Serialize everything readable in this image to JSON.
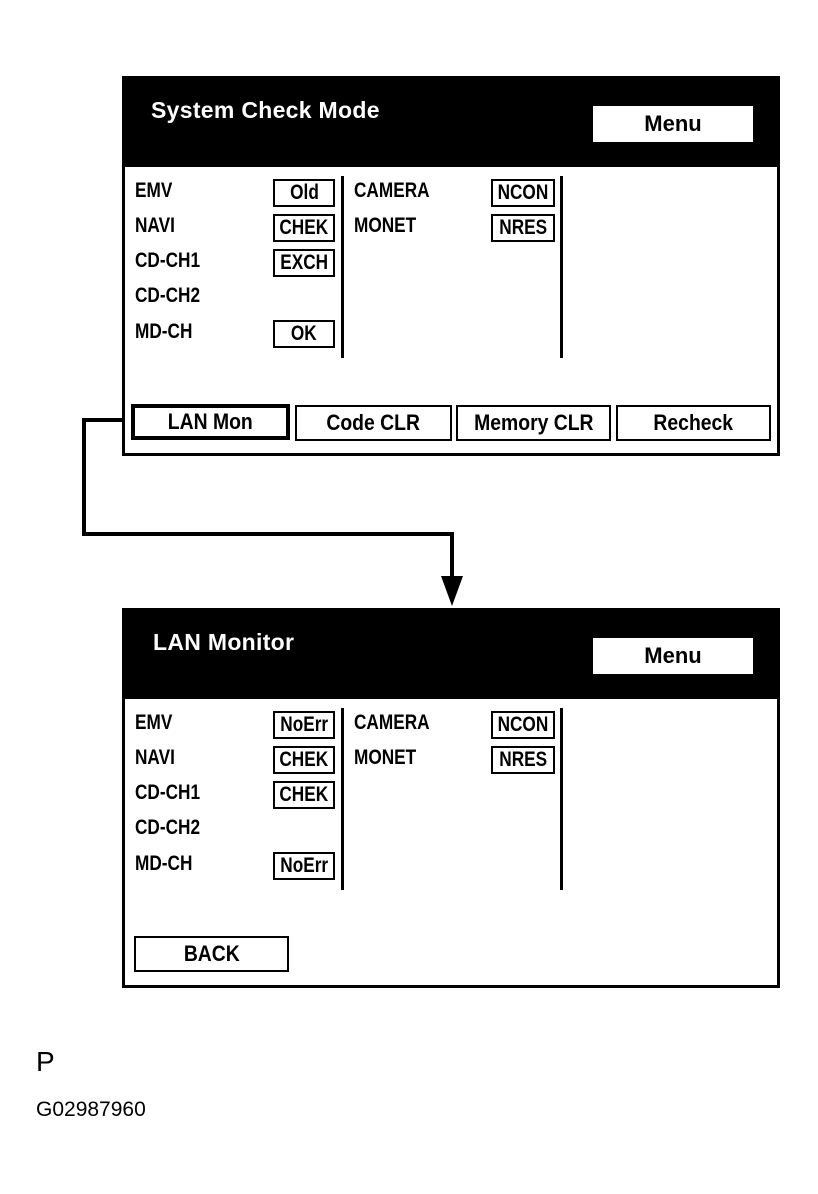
{
  "screen1": {
    "title": "System Check Mode",
    "menu_label": "Menu",
    "left_rows": [
      {
        "label": "EMV",
        "status": "Old"
      },
      {
        "label": "NAVI",
        "status": "CHEK"
      },
      {
        "label": "CD-CH1",
        "status": "EXCH"
      },
      {
        "label": "CD-CH2",
        "status": ""
      },
      {
        "label": "MD-CH",
        "status": "OK"
      }
    ],
    "right_rows": [
      {
        "label": "CAMERA",
        "status": "NCON"
      },
      {
        "label": "MONET",
        "status": "NRES"
      }
    ],
    "buttons": [
      "LAN Mon",
      "Code CLR",
      "Memory CLR",
      "Recheck"
    ]
  },
  "screen2": {
    "title": "LAN Monitor",
    "menu_label": "Menu",
    "left_rows": [
      {
        "label": "EMV",
        "status": "NoErr"
      },
      {
        "label": "NAVI",
        "status": "CHEK"
      },
      {
        "label": "CD-CH1",
        "status": "CHEK"
      },
      {
        "label": "CD-CH2",
        "status": ""
      },
      {
        "label": "MD-CH",
        "status": "NoErr"
      }
    ],
    "right_rows": [
      {
        "label": "CAMERA",
        "status": "NCON"
      },
      {
        "label": "MONET",
        "status": "NRES"
      }
    ],
    "back_label": "BACK"
  },
  "footer": {
    "letter": "P",
    "code": "G02987960"
  }
}
